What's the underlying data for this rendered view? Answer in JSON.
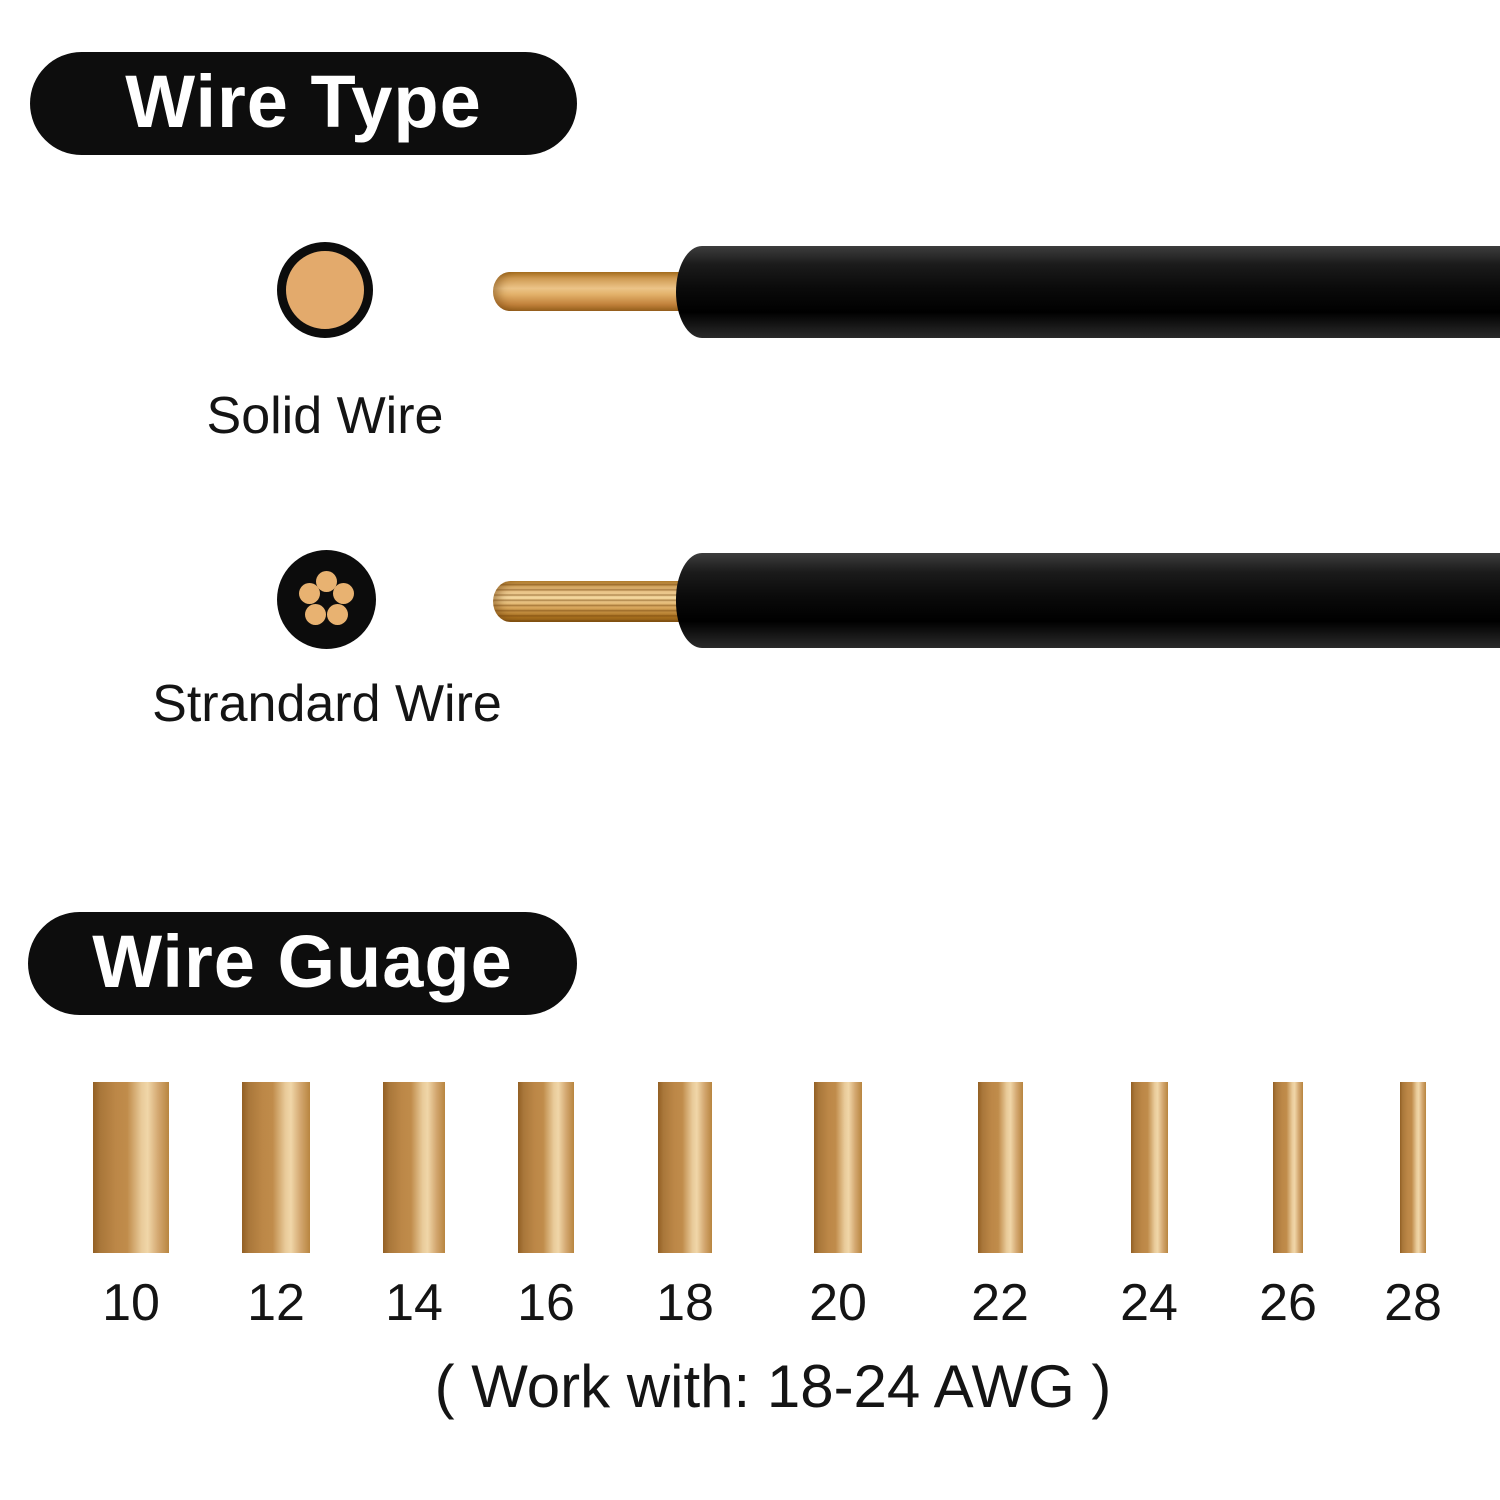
{
  "colors": {
    "copper_fill": "#e3aa6c",
    "copper_highlight": "#f0d6a8",
    "copper_shadow": "#925f24",
    "insulation_black": "#0d0d0d",
    "badge_bg": "#0d0d0d",
    "badge_text": "#ffffff",
    "body_text": "#141414",
    "background": "#ffffff"
  },
  "wire_type": {
    "heading": "Wire Type",
    "items": [
      {
        "label": "Solid Wire",
        "style": "solid"
      },
      {
        "label": "Strandard Wire",
        "style": "stranded"
      }
    ]
  },
  "wire_gauge": {
    "heading": "Wire Guage",
    "sizes": [
      "10",
      "12",
      "14",
      "16",
      "18",
      "20",
      "22",
      "24",
      "26",
      "28"
    ],
    "note": "( Work with: 18-24 AWG )"
  }
}
